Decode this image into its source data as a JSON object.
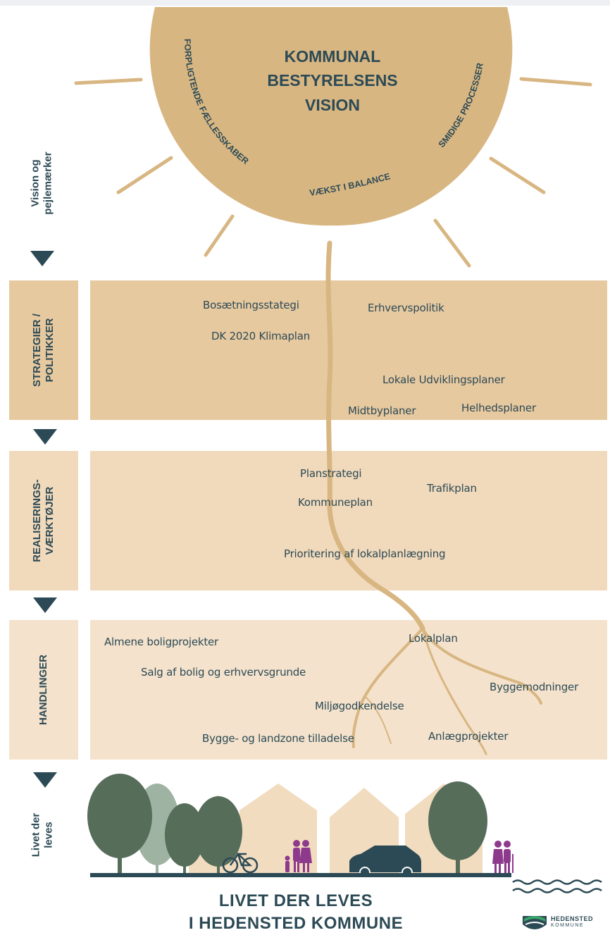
{
  "sun": {
    "title_lines": [
      "KOMMUNAL",
      "BESTYRELSENS",
      "VISION"
    ],
    "arc_left": "FORPLIGTENDE FÆLLESSKABER",
    "arc_bottom": "VÆKST I BALANCE",
    "arc_right": "SMIDIGE PROCESSER"
  },
  "side_labels": {
    "vision": "Vision og\npejlemærker",
    "strategier": "STRATEGIER /\nPOLITIKKER",
    "realisering": "REALISERINGS-\nVÆRKTØJER",
    "handlinger": "HANDLINGER",
    "livet": "Livet der\nleves"
  },
  "strategier_items": {
    "bosaetning": "Bosætningsstategi",
    "erhverv": "Erhvervspolitik",
    "klima": "DK 2020 Klimaplan",
    "lokale": "Lokale Udviklingsplaner",
    "midtby": "Midtbyplaner",
    "helhed": "Helhedsplaner"
  },
  "realisering_items": {
    "planstrategi": "Planstrategi",
    "trafikplan": "Trafikplan",
    "kommuneplan": "Kommuneplan",
    "prioritering": "Prioritering af lokalplanlægning"
  },
  "handlinger_items": {
    "almene": "Almene boligprojekter",
    "lokalplan": "Lokalplan",
    "salg": "Salg af bolig og erhvervsgrunde",
    "byggemodninger": "Byggemodninger",
    "miljo": "Miljøgodkendelse",
    "anlaeg": "Anlægprojekter",
    "bygge": "Bygge- og landzone tilladelse"
  },
  "footer": {
    "line1": "LIVET DER LEVES",
    "line2": "I HEDENSTED KOMMUNE",
    "logo_line1": "HEDENSTED",
    "logo_line2": "KOMMUNE"
  },
  "colors": {
    "sun": "#d8b682",
    "band_dark": "#e7c9a0",
    "band_mid": "#f1d9bb",
    "band_light": "#f4e2cc",
    "navy": "#2c4a55",
    "tree": "#566d5a",
    "person": "#8e3a8c"
  }
}
